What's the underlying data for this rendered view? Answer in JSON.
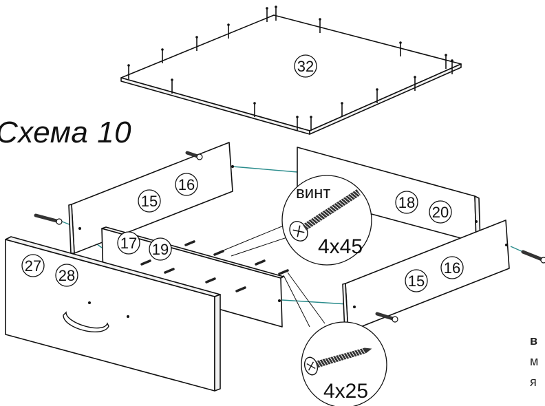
{
  "title": "Схема 10",
  "parts": {
    "top_board": "32",
    "left_side_a": "15",
    "left_side_b": "16",
    "back_a": "18",
    "back_b": "20",
    "front_inner_a": "17",
    "front_inner_b": "19",
    "facade_a": "27",
    "facade_b": "28",
    "right_side_a": "15",
    "right_side_b": "16"
  },
  "callouts": {
    "screw_label": "винт",
    "screw_size": "4x45",
    "small_screw_size": "4x25"
  },
  "side_note": {
    "line1": "в",
    "line2": "м",
    "line3": "я"
  },
  "colors": {
    "line": "#111111",
    "guide": "#2a8c8c",
    "background": "#ffffff"
  }
}
